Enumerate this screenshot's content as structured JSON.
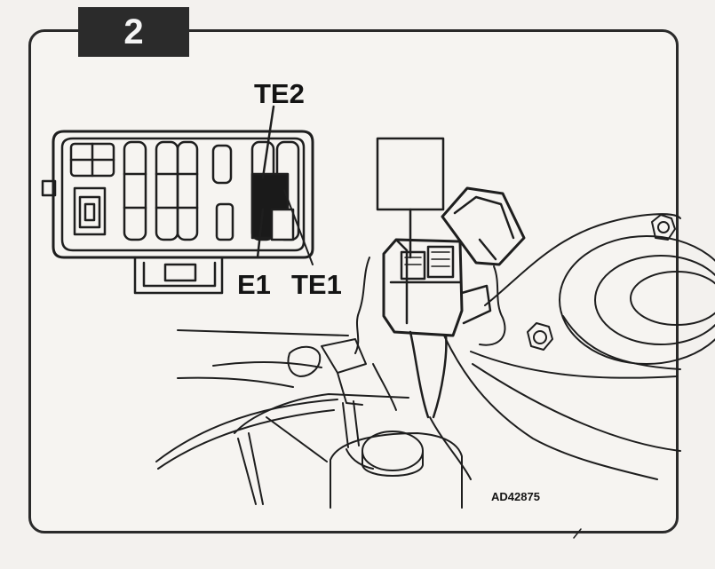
{
  "step_number": "2",
  "labels": {
    "te2": "TE2",
    "e1": "E1",
    "te1": "TE1"
  },
  "reference_code": "AD42875",
  "colors": {
    "ink": "#1e1e1e",
    "badge": "#2b2b2b",
    "paper": "#f6f4f1"
  }
}
